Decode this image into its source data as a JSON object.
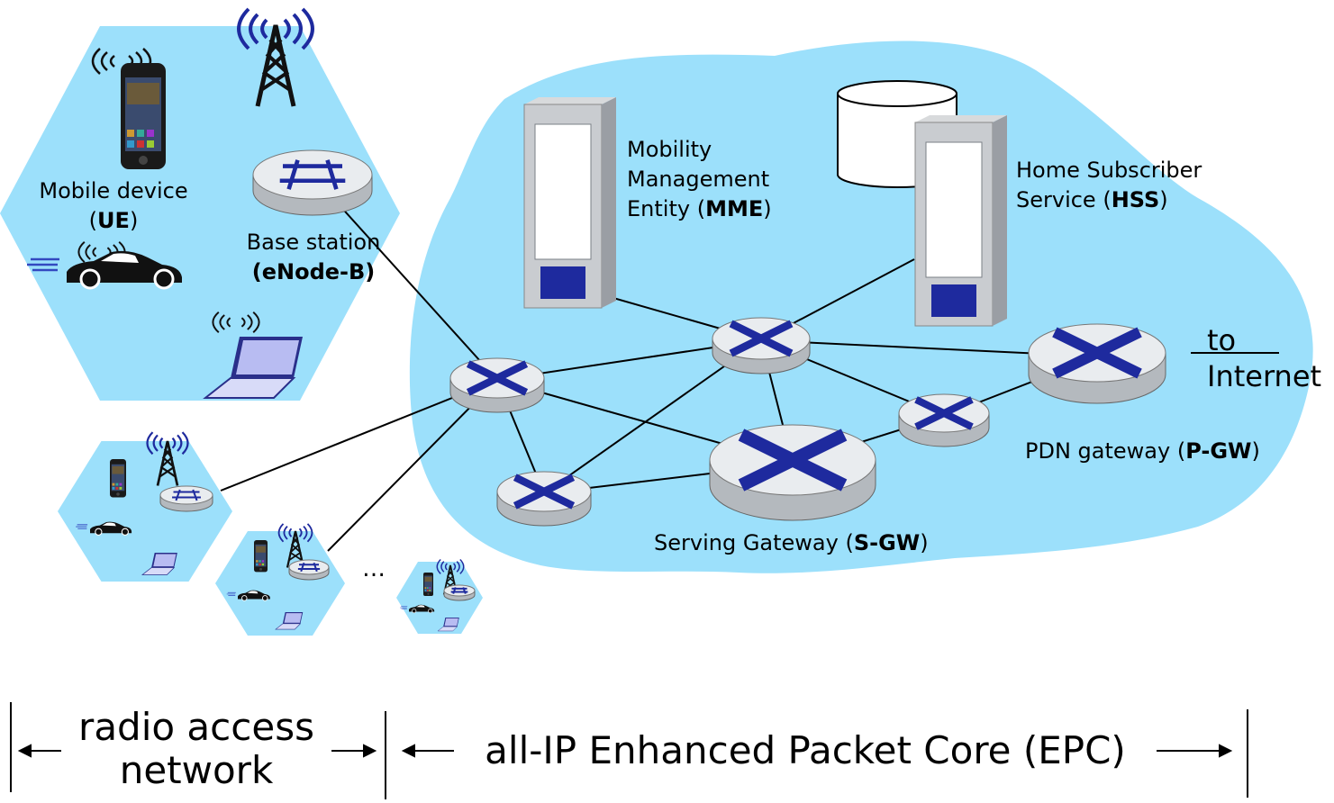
{
  "colors": {
    "region_fill": "#9ce0fb",
    "router_body": "#e9ecef",
    "router_side": "#b4b9be",
    "router_mark": "#1e2a9e",
    "link": "#000000"
  },
  "nodes": {
    "ue": {
      "name": "Mobile device",
      "abbr": "UE",
      "open": "(",
      "close": ")"
    },
    "enb": {
      "name": "Base station",
      "abbr": "(eNode-B)"
    },
    "mme": {
      "line1": "Mobility",
      "line2": "Management",
      "name": "Entity",
      "abbr": "MME",
      "open": "(",
      "close": ")"
    },
    "hss": {
      "line1": "Home Subscriber",
      "name": "Service",
      "abbr": "HSS",
      "open": "(",
      "close": ")"
    },
    "sgw": {
      "name": "Serving Gateway",
      "abbr": "S-GW",
      "open": "(",
      "close": ")"
    },
    "pgw": {
      "name": "PDN gateway",
      "abbr": "P-GW",
      "open": "(",
      "close": ")"
    },
    "internet": {
      "line1": "to",
      "line2": "Internet"
    }
  },
  "ellipsis": "…",
  "footer": {
    "radio_line1": "radio access",
    "radio_line2": "network",
    "core": "all-IP Enhanced Packet Core (EPC)"
  },
  "icons": [
    "tower-icon",
    "smartphone-icon",
    "car-icon",
    "laptop-icon",
    "server-icon",
    "database-icon",
    "router-icon",
    "base-station-icon"
  ]
}
